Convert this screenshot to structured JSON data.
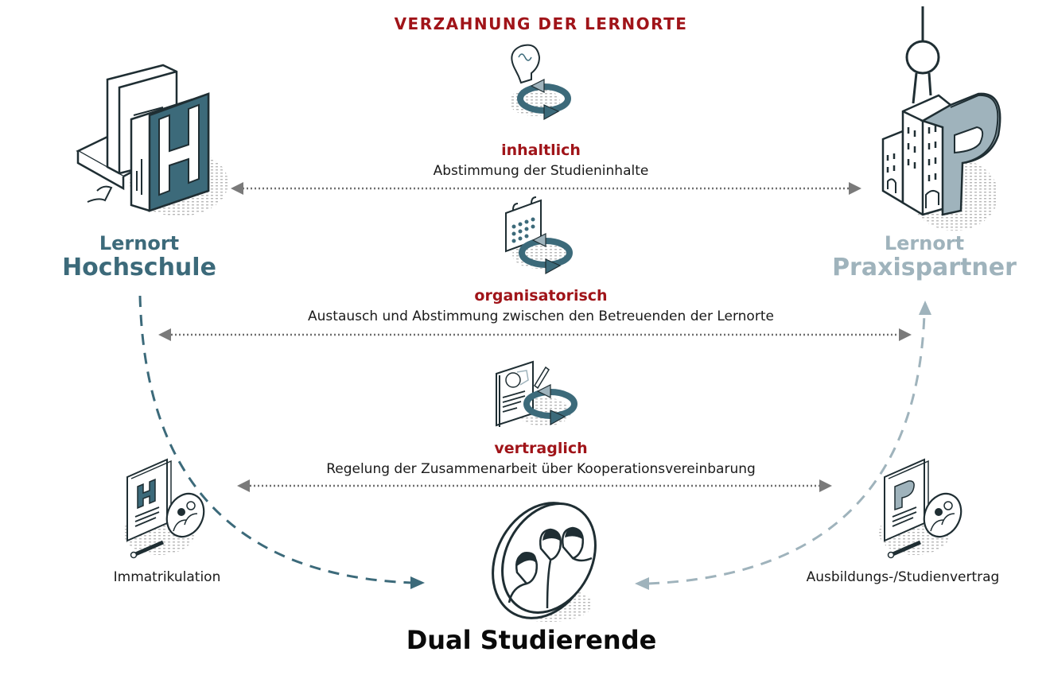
{
  "title": "VERZAHNUNG DER LERNORTE",
  "locations": {
    "hochschule": {
      "line1": "Lernort",
      "line2": "Hochschule",
      "color": "#3c6a7a"
    },
    "praxispartner": {
      "line1": "Lernort",
      "line2": "Praxispartner",
      "color": "#9fb3bc"
    }
  },
  "links": [
    {
      "category": "inhaltlich",
      "description": "Abstimmung der Studieninhalte",
      "icon": "lightbulb-cycle-icon"
    },
    {
      "category": "organisatorisch",
      "description": "Austausch und Abstimmung zwischen den Betreuenden der Lernorte",
      "icon": "calendar-cycle-icon"
    },
    {
      "category": "vertraglich",
      "description": "Regelung der Zusammenarbeit über Kooperationsvereinbarung",
      "icon": "contract-cycle-icon"
    }
  ],
  "side_docs": {
    "left": {
      "label": "Immatrikulation",
      "letter": "H"
    },
    "right": {
      "label": "Ausbildungs-/Studienvertrag",
      "letter": "P"
    }
  },
  "student": {
    "label": "Dual Studierende"
  },
  "colors": {
    "accent_red": "#a01419",
    "teal": "#3c6a7a",
    "light_blue_gray": "#9fb3bc",
    "arrow_gray": "#7a7a7a"
  }
}
